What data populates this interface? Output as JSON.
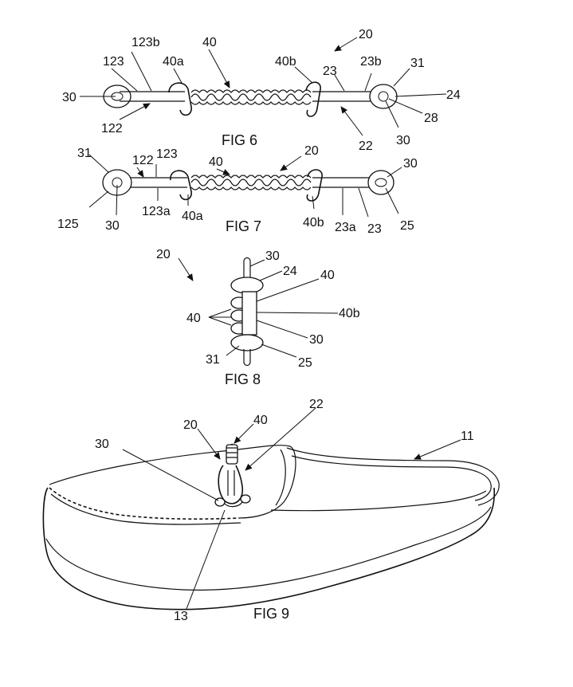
{
  "figures": {
    "fig6": {
      "caption": "FIG 6",
      "labels": {
        "ref_20": "20",
        "ref_123b_left": "123b",
        "ref_123_left": "123",
        "ref_40a_left": "40a",
        "ref_40_top": "40",
        "ref_30_left": "30",
        "ref_122_left": "122",
        "ref_40b_right": "40b",
        "ref_23_right": "23",
        "ref_23b_right": "23b",
        "ref_31_right": "31",
        "ref_24_right": "24",
        "ref_28_right": "28",
        "ref_22_right": "22",
        "ref_30_right": "30"
      }
    },
    "fig7": {
      "caption": "FIG 7",
      "labels": {
        "ref_31": "31",
        "ref_122": "122",
        "ref_123": "123",
        "ref_40": "40",
        "ref_20": "20",
        "ref_30_right": "30",
        "ref_125": "125",
        "ref_30_left": "30",
        "ref_123a": "123a",
        "ref_40a": "40a",
        "ref_40b": "40b",
        "ref_23a": "23a",
        "ref_23": "23",
        "ref_25": "25"
      }
    },
    "fig8": {
      "caption": "FIG 8",
      "labels": {
        "ref_20": "20",
        "ref_30_top": "30",
        "ref_24": "24",
        "ref_40_right": "40",
        "ref_40_left": "40",
        "ref_40b": "40b",
        "ref_30_mid": "30",
        "ref_31": "31",
        "ref_25": "25"
      }
    },
    "fig9": {
      "caption": "FIG 9",
      "labels": {
        "ref_20": "20",
        "ref_40": "40",
        "ref_22": "22",
        "ref_30": "30",
        "ref_11": "11",
        "ref_13": "13"
      }
    }
  }
}
